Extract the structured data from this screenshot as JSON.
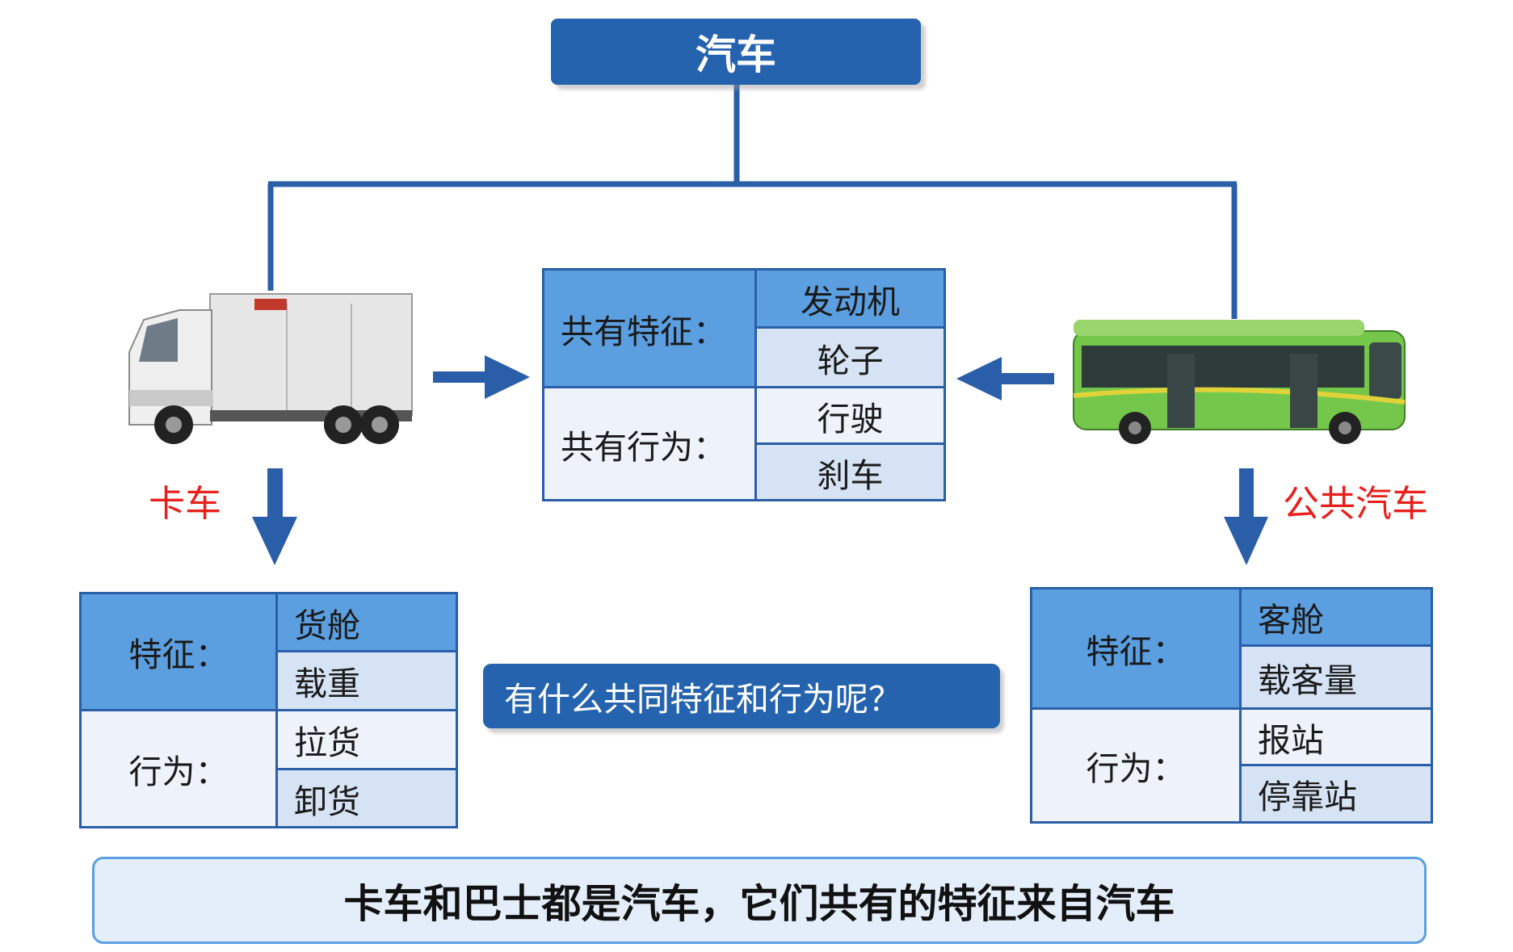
{
  "root": {
    "label": "汽车"
  },
  "truck": {
    "label": "卡车",
    "image": "truck-image"
  },
  "bus": {
    "label": "公共汽车",
    "image": "bus-image"
  },
  "shared_table": {
    "features_label": "共有特征：",
    "features": [
      "发动机",
      "轮子"
    ],
    "behaviors_label": "共有行为：",
    "behaviors": [
      "行驶",
      "刹车"
    ]
  },
  "truck_table": {
    "features_label": "特征：",
    "features": [
      "货舱",
      "载重"
    ],
    "behaviors_label": "行为：",
    "behaviors": [
      "拉货",
      "卸货"
    ]
  },
  "bus_table": {
    "features_label": "特征：",
    "features": [
      "客舱",
      "载客量"
    ],
    "behaviors_label": "行为：",
    "behaviors": [
      "报站",
      "停靠站"
    ]
  },
  "question": "有什么共同特征和行为呢？",
  "summary": "卡车和巴士都是汽车，它们共有的特征来自汽车",
  "colors": {
    "primary": "#2563ae",
    "cell_dark": "#5b9fe0",
    "cell_light": "#d6e3f4",
    "label_red": "#e8201c"
  }
}
